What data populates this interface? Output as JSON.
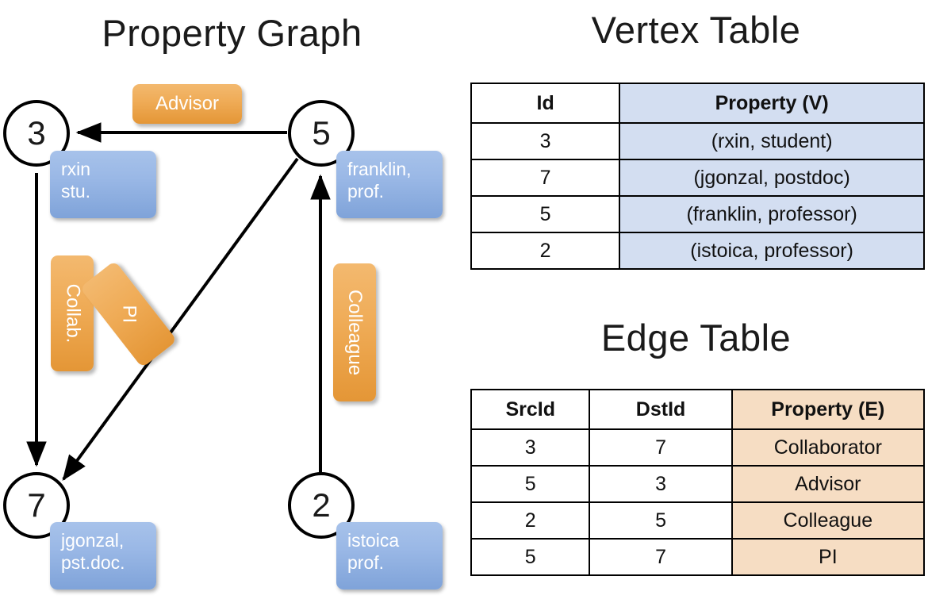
{
  "titles": {
    "property_graph": "Property Graph",
    "vertex_table": "Vertex Table",
    "edge_table": "Edge Table"
  },
  "graph": {
    "nodes": [
      {
        "id": "3",
        "label_line1": "rxin",
        "label_line2": "stu."
      },
      {
        "id": "5",
        "label_line1": "franklin,",
        "label_line2": "prof."
      },
      {
        "id": "7",
        "label_line1": "jgonzal,",
        "label_line2": "pst.doc."
      },
      {
        "id": "2",
        "label_line1": "istoica",
        "label_line2": "prof."
      }
    ],
    "edge_labels": [
      {
        "text": "Advisor",
        "orientation": "horizontal"
      },
      {
        "text": "Collab.",
        "orientation": "vertical"
      },
      {
        "text": "PI",
        "orientation": "rotated"
      },
      {
        "text": "Colleague",
        "orientation": "vertical"
      }
    ]
  },
  "vertex_table": {
    "headers": [
      "Id",
      "Property (V)"
    ],
    "rows": [
      [
        "3",
        "(rxin, student)"
      ],
      [
        "7",
        "(jgonzal, postdoc)"
      ],
      [
        "5",
        "(franklin, professor)"
      ],
      [
        "2",
        "(istoica, professor)"
      ]
    ]
  },
  "edge_table": {
    "headers": [
      "SrcId",
      "DstId",
      "Property (E)"
    ],
    "rows": [
      [
        "3",
        "7",
        "Collaborator"
      ],
      [
        "5",
        "3",
        "Advisor"
      ],
      [
        "2",
        "5",
        "Colleague"
      ],
      [
        "5",
        "7",
        "PI"
      ]
    ]
  },
  "colors": {
    "vertex_property_fill": "#d3def1",
    "edge_property_fill": "#f6ddc3",
    "node_callout_blue": "#9ab8e6",
    "edge_label_orange": "#efab56",
    "stroke": "#000000",
    "background": "#ffffff"
  }
}
